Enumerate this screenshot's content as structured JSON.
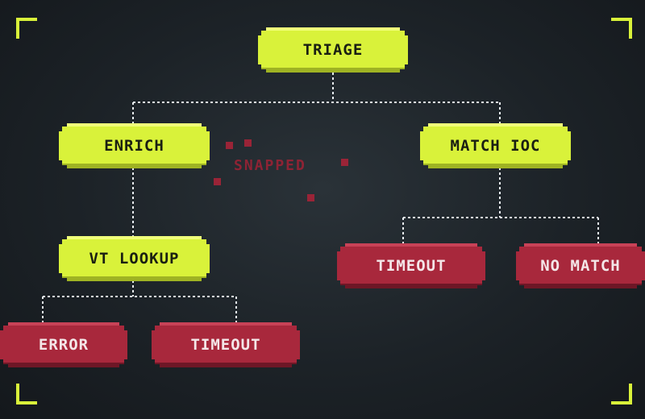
{
  "colors": {
    "success_node": "#d9f23a",
    "failure_node": "#a8283c",
    "connector": "#ffffff",
    "corner_brackets": "#d9f23a",
    "snapped_marker": "#8e2334"
  },
  "nodes": {
    "triage": "TRIAGE",
    "enrich": "ENRICH",
    "match_ioc": "MATCH IOC",
    "vt_lookup": "VT LOOKUP",
    "timeout_right": "TIMEOUT",
    "no_match": "NO MATCH",
    "error": "ERROR",
    "timeout_left": "TIMEOUT"
  },
  "snapped_label": "SNAPPED"
}
